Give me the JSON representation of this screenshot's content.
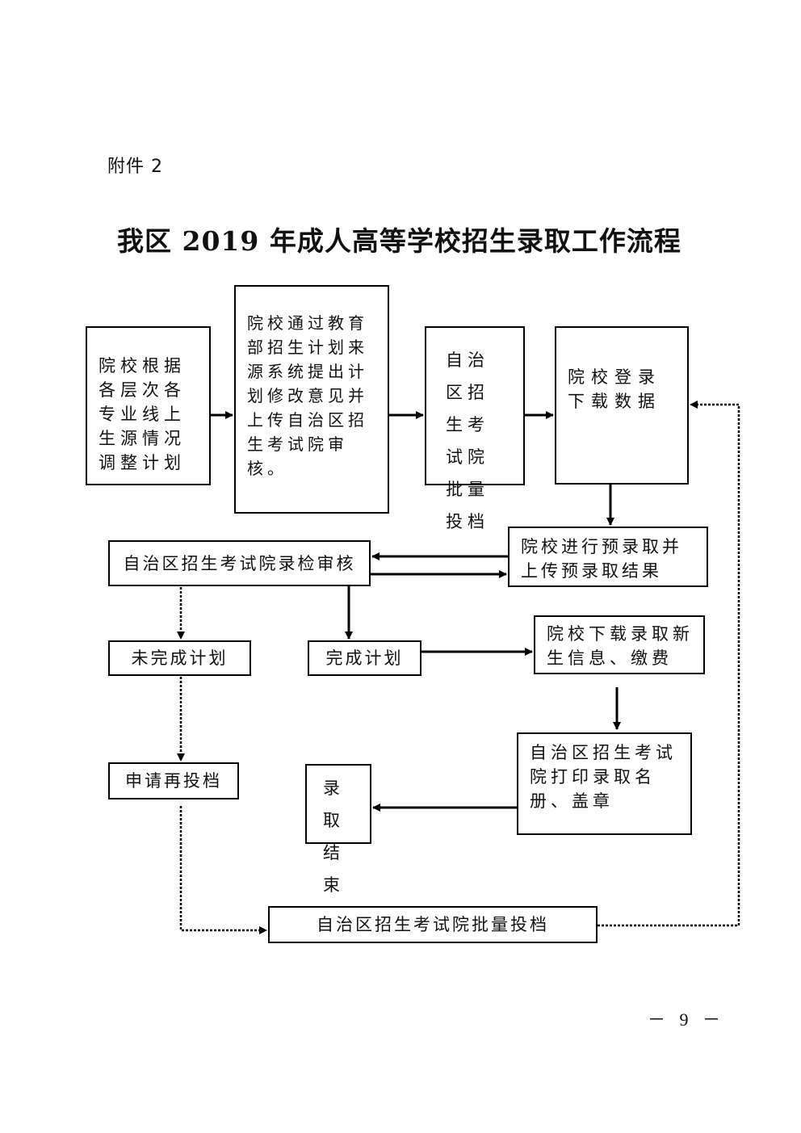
{
  "header": {
    "attachment_label": "附件 2",
    "title": "我区 2019 年成人高等学校招生录取工作流程"
  },
  "flow": {
    "adjust_plan": "院校根据各层次各专业线上生源情况调整计划",
    "submit_plan": "院校通过教育部招生计划来源系统提出计划修改意见并上传自治区招生考试院审核。",
    "batch_submit": "自治区招生考试院批量投档",
    "download_data": "院校登录下载数据",
    "pre_admit": "院校进行预录取并上传预录取结果",
    "review": "自治区招生考试院录检审核",
    "plan_incomplete": "未完成计划",
    "plan_complete": "完成计划",
    "download_new_students": "院校下载录取新生信息、缴费",
    "apply_resubmit": "申请再投档",
    "print_roster": "自治区招生考试院打印录取名册、盖章",
    "admission_end": "录取结束",
    "batch_resubmit": "自治区招生考试院批量投档"
  },
  "footer": {
    "page_number": "－ 9 －"
  }
}
